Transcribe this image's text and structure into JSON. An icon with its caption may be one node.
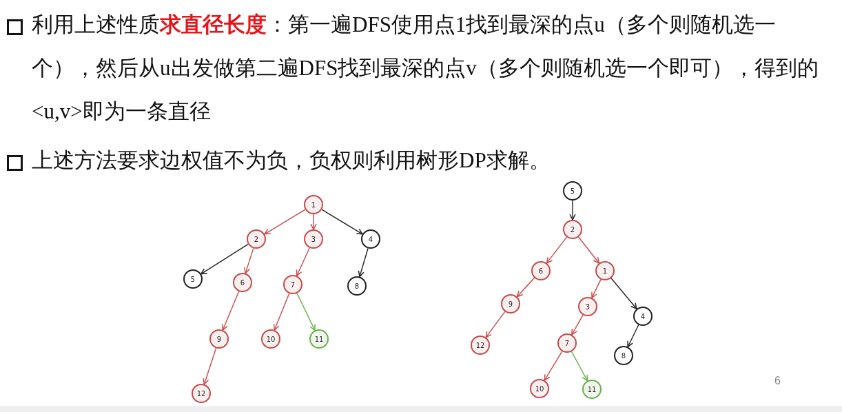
{
  "diagram": {
    "nodes": [
      {
        "text": [
          "1"
        ]
      },
      {
        "text": [
          "2"
        ]
      },
      {
        "text": [
          "3"
        ]
      },
      {
        "text": [
          "4"
        ]
      },
      {
        "text": [
          "5"
        ]
      },
      {
        "text": [
          "6"
        ]
      },
      {
        "text": [
          "7"
        ]
      },
      {
        "text": [
          "8"
        ]
      },
      {
        "text": [
          "9"
        ]
      },
      {
        "text": [
          "10"
        ]
      },
      {
        "text": [
          "11"
        ]
      },
      {
        "text": [
          "12"
        ]
      },
      {
        "text": [
          "5"
        ]
      },
      {
        "text": [
          "2"
        ]
      },
      {
        "text": [
          "6"
        ]
      },
      {
        "text": [
          "1"
        ]
      },
      {
        "text": [
          "9"
        ]
      },
      {
        "text": [
          "3"
        ]
      },
      {
        "text": [
          "4"
        ]
      },
      {
        "text": [
          "12"
        ]
      },
      {
        "text": [
          "7"
        ]
      },
      {
        "text": [
          "8"
        ]
      },
      {
        "text": [
          "10"
        ]
      },
      {
        "text": [
          "11"
        ]
      }
    ],
    "edges": [
      {
        "from": 0,
        "to": 1,
        "arrow": "to"
      },
      {
        "from": 0,
        "to": 2,
        "arrow": "to"
      },
      {
        "from": 0,
        "to": 3,
        "arrow": "to",
        "color": "#222222"
      },
      {
        "from": 1,
        "to": 4,
        "arrow": "to",
        "color": "#222222"
      },
      {
        "from": 1,
        "to": 5,
        "arrow": "to"
      },
      {
        "from": 2,
        "to": 6,
        "arrow": "to"
      },
      {
        "from": 3,
        "to": 7,
        "arrow": "to",
        "color": "#222222"
      },
      {
        "from": 5,
        "to": 8,
        "arrow": "to"
      },
      {
        "from": 6,
        "to": 9,
        "arrow": "to"
      },
      {
        "from": 6,
        "to": 10,
        "arrow": "to",
        "color": "#6ab04c"
      },
      {
        "from": 8,
        "to": 11,
        "arrow": "to"
      },
      {
        "from": 12,
        "to": 13,
        "arrow": "to",
        "color": "#222222"
      },
      {
        "from": 13,
        "to": 14,
        "arrow": "to"
      },
      {
        "from": 13,
        "to": 15,
        "arrow": "to"
      },
      {
        "from": 14,
        "to": 16,
        "arrow": "to"
      },
      {
        "from": 15,
        "to": 17,
        "arrow": "to"
      },
      {
        "from": 15,
        "to": 18,
        "arrow": "to",
        "color": "#222222"
      },
      {
        "from": 16,
        "to": 19,
        "arrow": "to"
      },
      {
        "from": 17,
        "to": 20,
        "arrow": "to"
      },
      {
        "from": 18,
        "to": 21,
        "arrow": "to",
        "color": "#222222"
      },
      {
        "from": 20,
        "to": 22,
        "arrow": "to"
      },
      {
        "from": 20,
        "to": 23,
        "arrow": "to",
        "color": "#6ab04c"
      }
    ],
    "labels": [
      "利用上述性质**求直径长度**：第一遍DFS使用点1找到最深的点u（多个则随机选一个），然后从u出发做第二遍DFS找到最深的点v（多个则随机选一个即可），得到的<u,v>即为一条直径",
      "上述方法要求边权值不为负，负权则利用树形DP求解。",
      "6"
    ]
  }
}
